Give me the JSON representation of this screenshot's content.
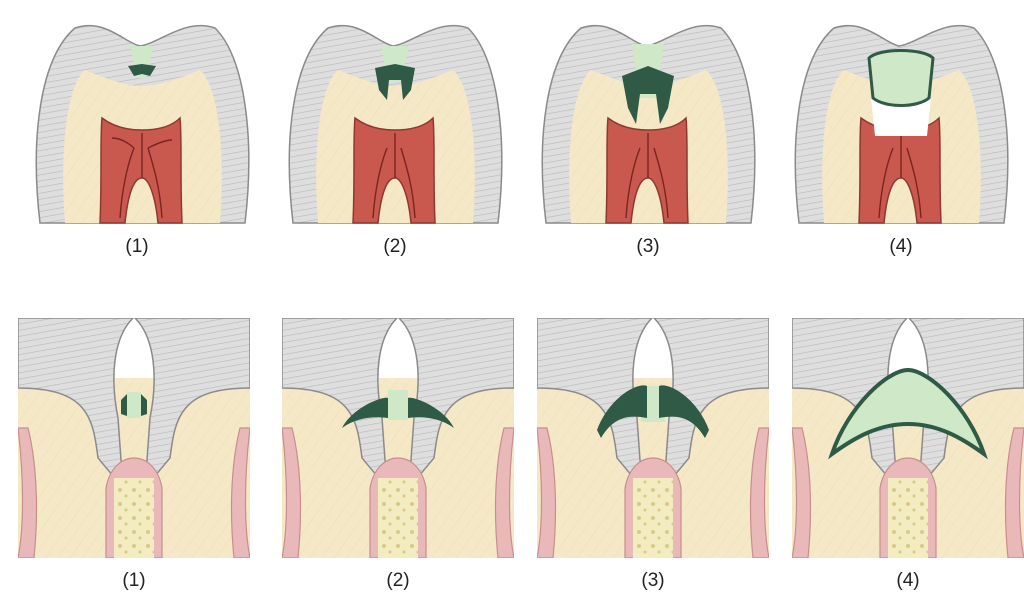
{
  "top_row": {
    "labels": [
      "(1)",
      "(2)",
      "(3)",
      "(4)"
    ]
  },
  "bottom_row": {
    "labels": [
      "(1)",
      "(2)",
      "(3)",
      "(4)"
    ]
  },
  "colors": {
    "enamel": "#dcdcdc",
    "enamel_stripe": "#b9b9b9",
    "dentin": "#f3e7c3",
    "pulp": "#c9584f",
    "pulp_vessel": "#7b2420",
    "caries_light": "#cfe8c8",
    "caries_dark": "#2f5a45",
    "gum": "#e9b9b9",
    "bone": "#e9df9e",
    "outline": "#8a8a8a"
  }
}
